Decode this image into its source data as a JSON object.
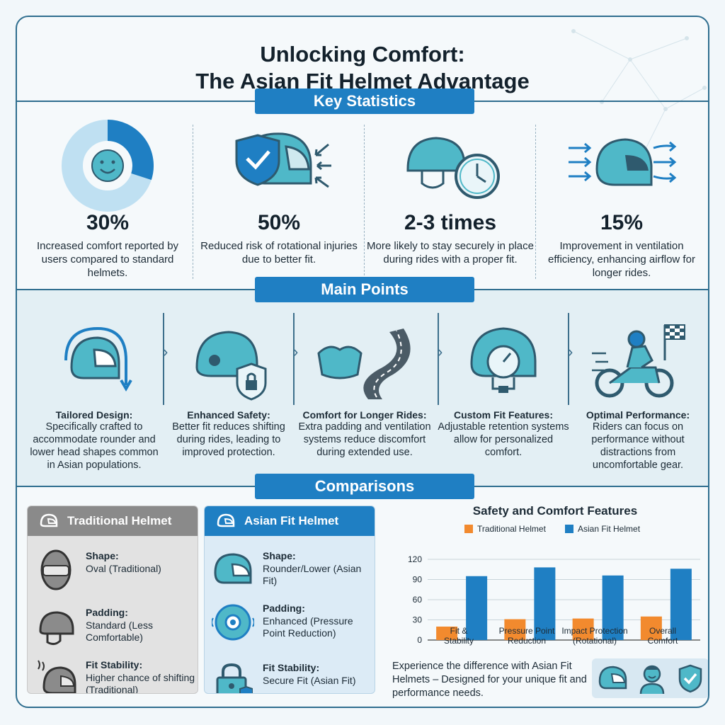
{
  "title_line1": "Unlocking Comfort:",
  "title_line2": "The Asian Fit Helmet Advantage",
  "sections": {
    "stats": "Key Statistics",
    "points": "Main Points",
    "comparisons": "Comparisons"
  },
  "stats": [
    {
      "value": "30%",
      "desc": "Increased comfort reported by users compared to standard helmets.",
      "icon": "smiley-donut-icon",
      "fraction": 0.3
    },
    {
      "value": "50%",
      "desc": "Reduced risk of rotational injuries due to better fit.",
      "icon": "shield-helmet-icon"
    },
    {
      "value": "2-3 times",
      "desc": "More likely to stay securely in place during rides with a proper fit.",
      "icon": "helmet-clock-icon"
    },
    {
      "value": "15%",
      "desc": "Improvement in ventilation efficiency, enhancing airflow for longer rides.",
      "icon": "ventilation-helmet-icon"
    }
  ],
  "points": [
    {
      "head": "Tailored Design:",
      "body": "Specifically crafted to accommodate rounder and lower head shapes common in Asian populations.",
      "icon": "helmet-outline-arrow-icon"
    },
    {
      "head": "Enhanced Safety:",
      "body": "Better fit reduces shifting during rides, leading to improved protection.",
      "icon": "helmet-lock-icon"
    },
    {
      "head": "Comfort for Longer Rides:",
      "body": "Extra padding and ventilation systems reduce discomfort during extended use.",
      "icon": "padding-road-icon"
    },
    {
      "head": "Custom Fit Features:",
      "body": "Adjustable retention systems allow for personalized comfort.",
      "icon": "helmet-dial-icon"
    },
    {
      "head": "Optimal Performance:",
      "body": "Riders can focus on performance without distractions from uncomfortable gear.",
      "icon": "motorcycle-rider-icon"
    }
  ],
  "traditional": {
    "title": "Traditional Helmet",
    "rows": [
      {
        "label": "Shape:",
        "value": "Oval (Traditional)"
      },
      {
        "label": "Padding:",
        "value": "Standard (Less Comfortable)"
      },
      {
        "label": "Fit Stability:",
        "value": "Higher chance of shifting (Traditional)"
      }
    ]
  },
  "asian": {
    "title": "Asian Fit Helmet",
    "rows": [
      {
        "label": "Shape:",
        "value": "Rounder/Lower (Asian Fit)"
      },
      {
        "label": "Padding:",
        "value": "Enhanced (Pressure Point Reduction)"
      },
      {
        "label": "Fit Stability:",
        "value": "Secure Fit (Asian Fit)"
      }
    ]
  },
  "chart_data": {
    "type": "bar",
    "title": "Safety and Comfort Features",
    "categories": [
      "Fit & Stability",
      "Pressure Point Reduction",
      "Impact Protection (Rotational)",
      "Overall Comfort"
    ],
    "category_lines": [
      [
        "Fit &",
        "Stability"
      ],
      [
        "Pressure Point",
        "Reduction"
      ],
      [
        "Impact Protection",
        "(Rotational)"
      ],
      [
        "Overall",
        "Comfort"
      ]
    ],
    "series": [
      {
        "name": "Traditional Helmet",
        "values": [
          20,
          31,
          32,
          35
        ],
        "color": "#f28a2e"
      },
      {
        "name": "Asian Fit Helmet",
        "values": [
          95,
          108,
          96,
          106
        ],
        "color": "#1f7fc3"
      }
    ],
    "yticks": [
      0,
      30,
      60,
      90,
      120
    ],
    "ylim": [
      0,
      120
    ],
    "legend": "top",
    "grid": true
  },
  "footer": "Experience the difference with Asian Fit Helmets – Designed for your unique fit and performance needs.",
  "colors": {
    "accent": "#1f7fc3",
    "teal": "#4fb8c8",
    "dark": "#2f5a6e"
  }
}
